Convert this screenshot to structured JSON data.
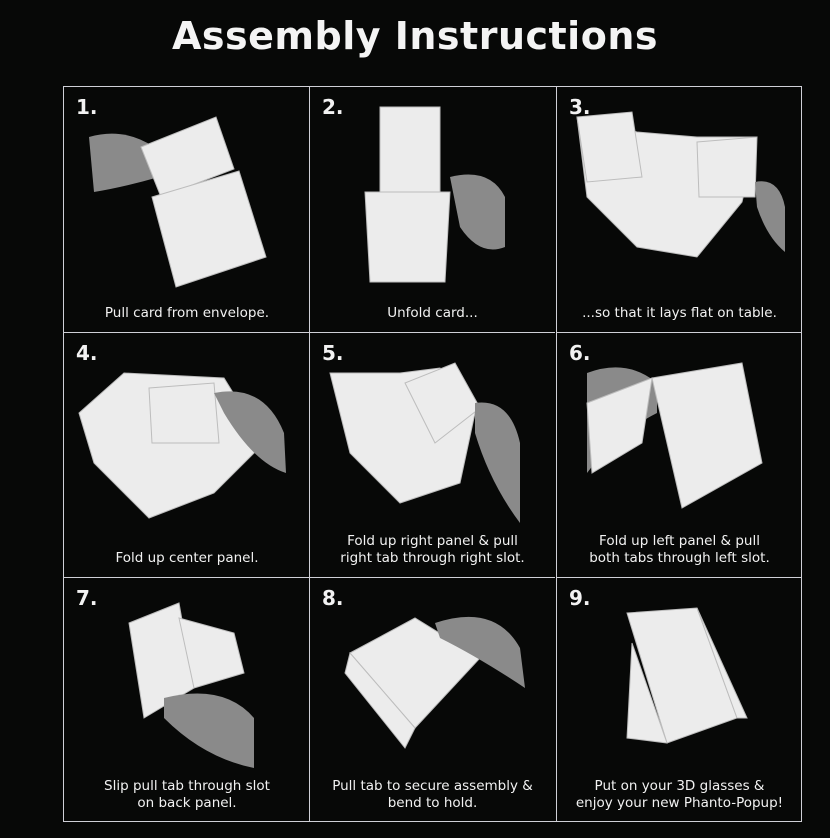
{
  "title": "Assembly Instructions",
  "steps": [
    {
      "number": "1.",
      "caption": "Pull card from envelope."
    },
    {
      "number": "2.",
      "caption": "Unfold card..."
    },
    {
      "number": "3.",
      "caption": "...so that it lays flat on table."
    },
    {
      "number": "4.",
      "caption": "Fold up center panel."
    },
    {
      "number": "5.",
      "caption": "Fold up right panel & pull\nright tab through right slot."
    },
    {
      "number": "6.",
      "caption": "Fold up left panel & pull\nboth tabs through left slot."
    },
    {
      "number": "7.",
      "caption": "Slip pull tab through slot\non back panel."
    },
    {
      "number": "8.",
      "caption": "Pull tab to secure assembly &\nbend to hold."
    },
    {
      "number": "9.",
      "caption": "Put on your 3D glasses &\nenjoy your new Phanto-Popup!"
    }
  ]
}
